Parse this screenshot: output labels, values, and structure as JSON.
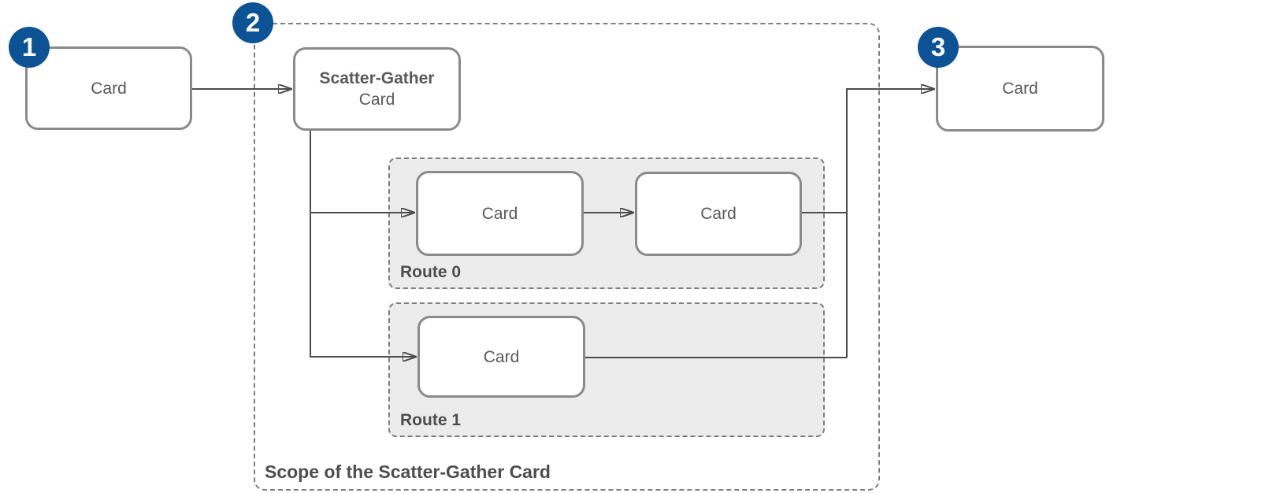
{
  "badges": {
    "step1": "1",
    "step2": "2",
    "step3": "3"
  },
  "nodes": {
    "source_card": {
      "label": "Card"
    },
    "scatter_gather_card": {
      "title": "Scatter-Gather",
      "subtitle": "Card"
    },
    "route0_card_1": {
      "label": "Card"
    },
    "route0_card_2": {
      "label": "Card"
    },
    "route1_card_1": {
      "label": "Card"
    },
    "target_card": {
      "label": "Card"
    }
  },
  "containers": {
    "scope": {
      "label": "Scope of the Scatter-Gather Card"
    },
    "route0": {
      "label": "Route 0"
    },
    "route1": {
      "label": "Route 1"
    }
  },
  "colors": {
    "badge_fill": "#0b5394",
    "badge_text": "#ffffff",
    "card_border": "#8a8a8a",
    "card_fill": "#ffffff",
    "card_text": "#595959",
    "dashed_border": "#7e7e7e",
    "route_fill": "#ececec",
    "connector": "#4d4d4d",
    "label_text": "#4d4d4d",
    "background": "#ffffff"
  }
}
